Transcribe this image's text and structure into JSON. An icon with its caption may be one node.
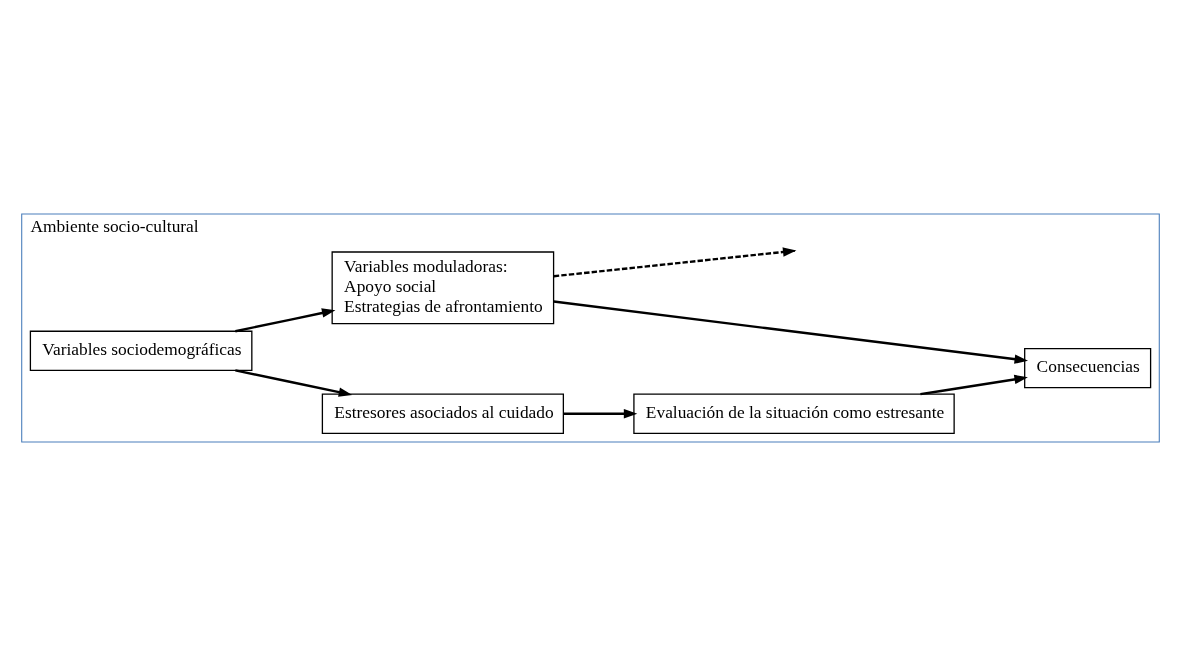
{
  "diagram": {
    "nodes": [
      {
        "text": [
          "Ambiente socio-cultural"
        ]
      },
      {
        "text": [
          "Estresores asociados al cuidado"
        ],
        "in": 0
      },
      {
        "text": [
          "Evaluación de la situación como estresante"
        ],
        "in": 0
      },
      {
        "text": [
          "Variables sociodemográficas"
        ],
        "in": 0
      },
      {
        "text": [
          "Consecuencias"
        ],
        "in": 0
      },
      {
        "text": [
          "Variables moduladoras:",
          "Apoyo social",
          "Estrategias de afrontamiento"
        ],
        "in": 0
      }
    ],
    "edges": [
      {
        "from": 3,
        "to": 1,
        "arrow": "to"
      },
      {
        "from": 1,
        "to": 2,
        "arrow": "to"
      },
      {
        "from": 2,
        "to": 4,
        "arrow": "to"
      },
      {
        "from": 3,
        "to": 5,
        "arrow": "to"
      },
      {
        "from": 5,
        "to": 4,
        "arrow": "to"
      },
      {
        "from": 5,
        "to": null,
        "arrow": "to",
        "style": "dashed"
      }
    ]
  }
}
